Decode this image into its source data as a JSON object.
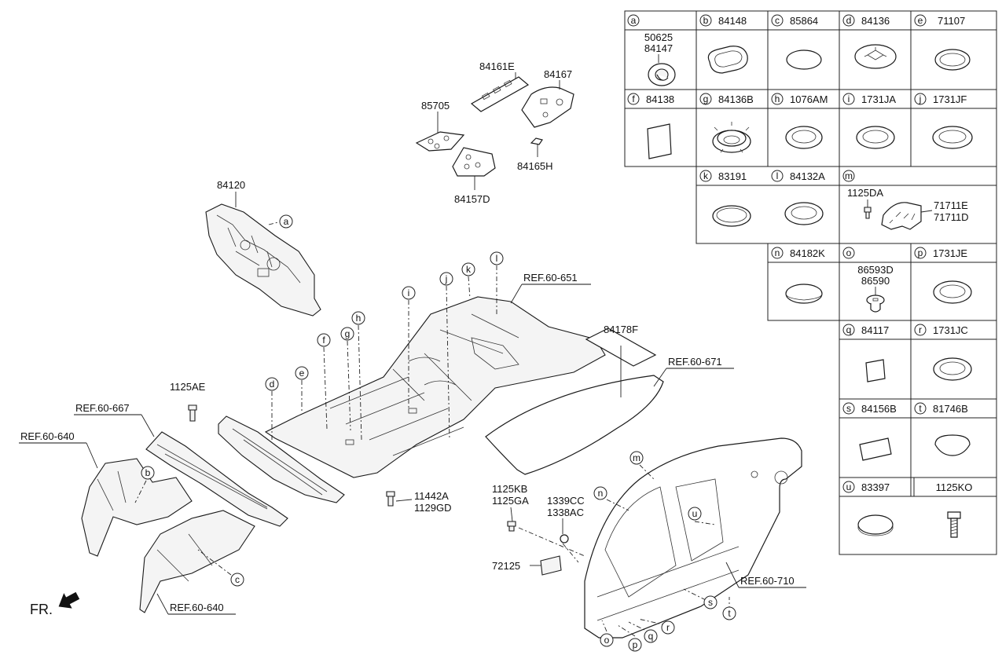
{
  "front_label": "FR.",
  "parts": {
    "p84120": "84120",
    "p84161E": "84161E",
    "p84167": "84167",
    "p85705": "85705",
    "p84165H": "84165H",
    "p84157D": "84157D",
    "p84178F": "84178F",
    "p1125AE": "1125AE",
    "p11442A": "11442A",
    "p1129GD": "1129GD",
    "p1125KB": "1125KB",
    "p1125GA": "1125GA",
    "p1339CC": "1339CC",
    "p1338AC": "1338AC",
    "p72125": "72125"
  },
  "refs": {
    "r651": "REF.60-651",
    "r671": "REF.60-671",
    "r667": "REF.60-667",
    "r640a": "REF.60-640",
    "r640b": "REF.60-640",
    "r710": "REF.60-710"
  },
  "callouts": {
    "a": "a",
    "b": "b",
    "c": "c",
    "d": "d",
    "e": "e",
    "f": "f",
    "g": "g",
    "h": "h",
    "i": "i",
    "j": "j",
    "k": "k",
    "l": "l",
    "m": "m",
    "n": "n",
    "o": "o",
    "p": "p",
    "q": "q",
    "r": "r",
    "s": "s",
    "t": "t",
    "u": "u"
  },
  "table": {
    "a": {
      "letter": "a",
      "part": "",
      "parts": [
        "50625",
        "84147"
      ]
    },
    "b": {
      "letter": "b",
      "part": "84148"
    },
    "c": {
      "letter": "c",
      "part": "85864"
    },
    "d": {
      "letter": "d",
      "part": "84136"
    },
    "e": {
      "letter": "e",
      "part": "71107"
    },
    "f": {
      "letter": "f",
      "part": "84138"
    },
    "g": {
      "letter": "g",
      "part": "84136B"
    },
    "h": {
      "letter": "h",
      "part": "1076AM"
    },
    "i": {
      "letter": "i",
      "part": "1731JA"
    },
    "j": {
      "letter": "j",
      "part": "1731JF"
    },
    "k": {
      "letter": "k",
      "part": "83191"
    },
    "l": {
      "letter": "l",
      "part": "84132A"
    },
    "m": {
      "letter": "m",
      "part": "",
      "parts": [
        "1125DA",
        "71711E",
        "71711D"
      ]
    },
    "n": {
      "letter": "n",
      "part": "84182K"
    },
    "o": {
      "letter": "o",
      "part": "",
      "parts": [
        "86593D",
        "86590"
      ]
    },
    "p": {
      "letter": "p",
      "part": "1731JE"
    },
    "q": {
      "letter": "q",
      "part": "84117"
    },
    "r": {
      "letter": "r",
      "part": "1731JC"
    },
    "s": {
      "letter": "s",
      "part": "84156B"
    },
    "t": {
      "letter": "t",
      "part": "81746B"
    },
    "u": {
      "letter": "u",
      "part": "83397"
    },
    "x": {
      "letter": "",
      "part": "1125KO"
    }
  }
}
